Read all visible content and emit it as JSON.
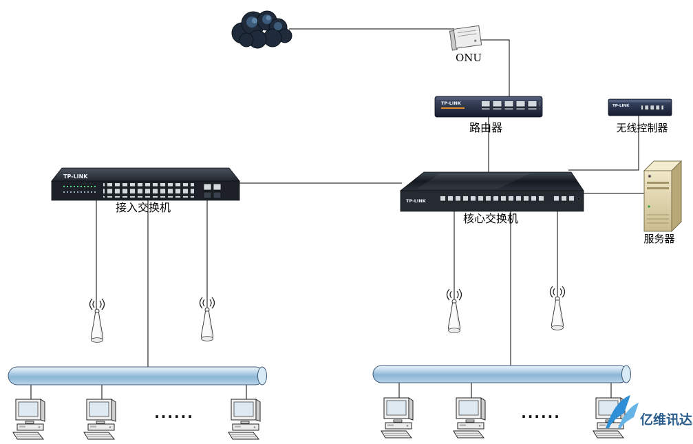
{
  "diagram": {
    "type": "network-topology",
    "background": "#ffffff",
    "line_color": "#000000"
  },
  "nodes": {
    "cloud": {
      "name": "internet-cloud"
    },
    "onu": {
      "label": "ONU"
    },
    "router": {
      "label": "路由器",
      "brand": "TP-LINK"
    },
    "wireless_controller": {
      "label": "无线控制器",
      "brand": "TP-LINK"
    },
    "access_switch": {
      "label": "接入交换机",
      "brand": "TP-LINK"
    },
    "core_switch": {
      "label": "核心交换机",
      "brand": "TP-LINK"
    },
    "server": {
      "label": "服务器"
    }
  },
  "ellipsis": {
    "left": "......",
    "right": "......"
  },
  "watermark": {
    "text": "亿维讯达",
    "text_color": "#2b5d8c",
    "logo_color_primary": "#2f8fd6",
    "logo_color_secondary": "#66b4e6"
  },
  "colors": {
    "bus_pipe": "#8cb6d6",
    "device_dark": "#23272e",
    "server_beige": "#e0d5a8"
  }
}
